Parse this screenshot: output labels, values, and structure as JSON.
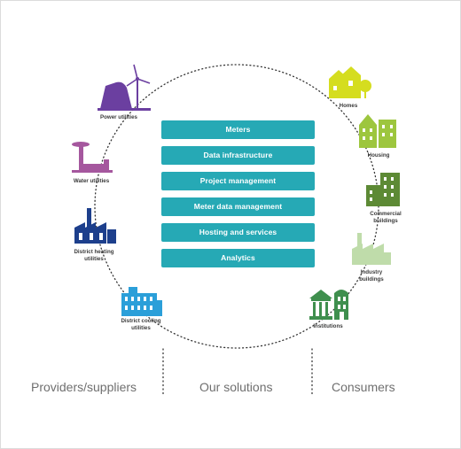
{
  "solutions": [
    "Meters",
    "Data infrastructure",
    "Project management",
    "Meter data management",
    "Hosting and services",
    "Analytics"
  ],
  "providers": {
    "power": "Power utilities",
    "water": "Water utilities",
    "heating": "District heating\nutilities",
    "cooling": "District cooling\nutilities"
  },
  "consumers": {
    "homes": "Homes",
    "housing": "Housing",
    "commercial": "Commercial\nbuildings",
    "industry": "Industry\nbuildings",
    "institutions": "Institutions"
  },
  "columns": {
    "providers": "Providers/suppliers",
    "solutions": "Our solutions",
    "consumers": "Consumers"
  },
  "colors": {
    "bar": "#26a9b5",
    "power": "#6b3fa0",
    "water": "#a5579e",
    "heating": "#1d3f8c",
    "cooling": "#2b9fd9",
    "homes": "#d5dd1f",
    "housing": "#9dc63e",
    "commercial": "#5d8a35",
    "industry": "#bfdcaa",
    "institutions": "#3f8f4e"
  }
}
